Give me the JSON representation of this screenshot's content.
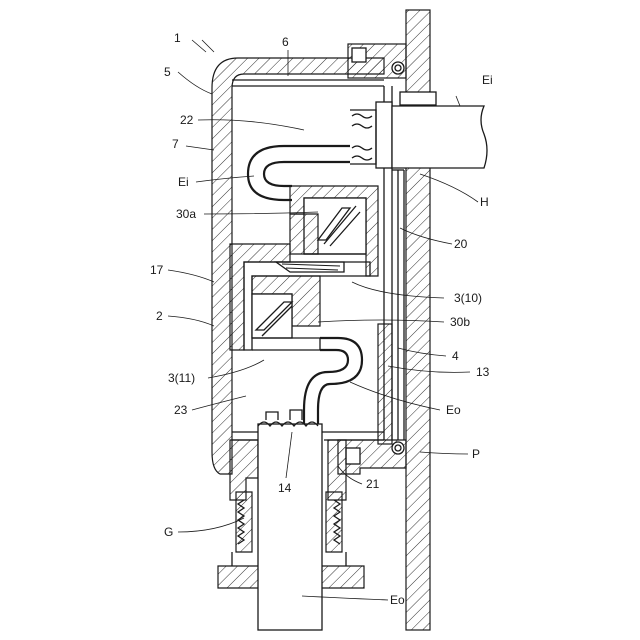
{
  "labels": {
    "l1": "1",
    "l5": "5",
    "l6": "6",
    "l22": "22",
    "l7": "7",
    "lEi_left": "Ei",
    "l30a": "30a",
    "l17": "17",
    "l2": "2",
    "l3_11": "3(11)",
    "l23": "23",
    "l14": "14",
    "lG": "G",
    "lEo_bottom": "Eo",
    "lEi_right": "Ei",
    "lH": "H",
    "l20": "20",
    "l3_10": "3(10)",
    "l30b": "30b",
    "l4": "4",
    "l13": "13",
    "lEo_mid": "Eo",
    "lP": "P",
    "l21": "21"
  },
  "colors": {
    "ink": "#1a1a1a",
    "paper": "#ffffff"
  }
}
